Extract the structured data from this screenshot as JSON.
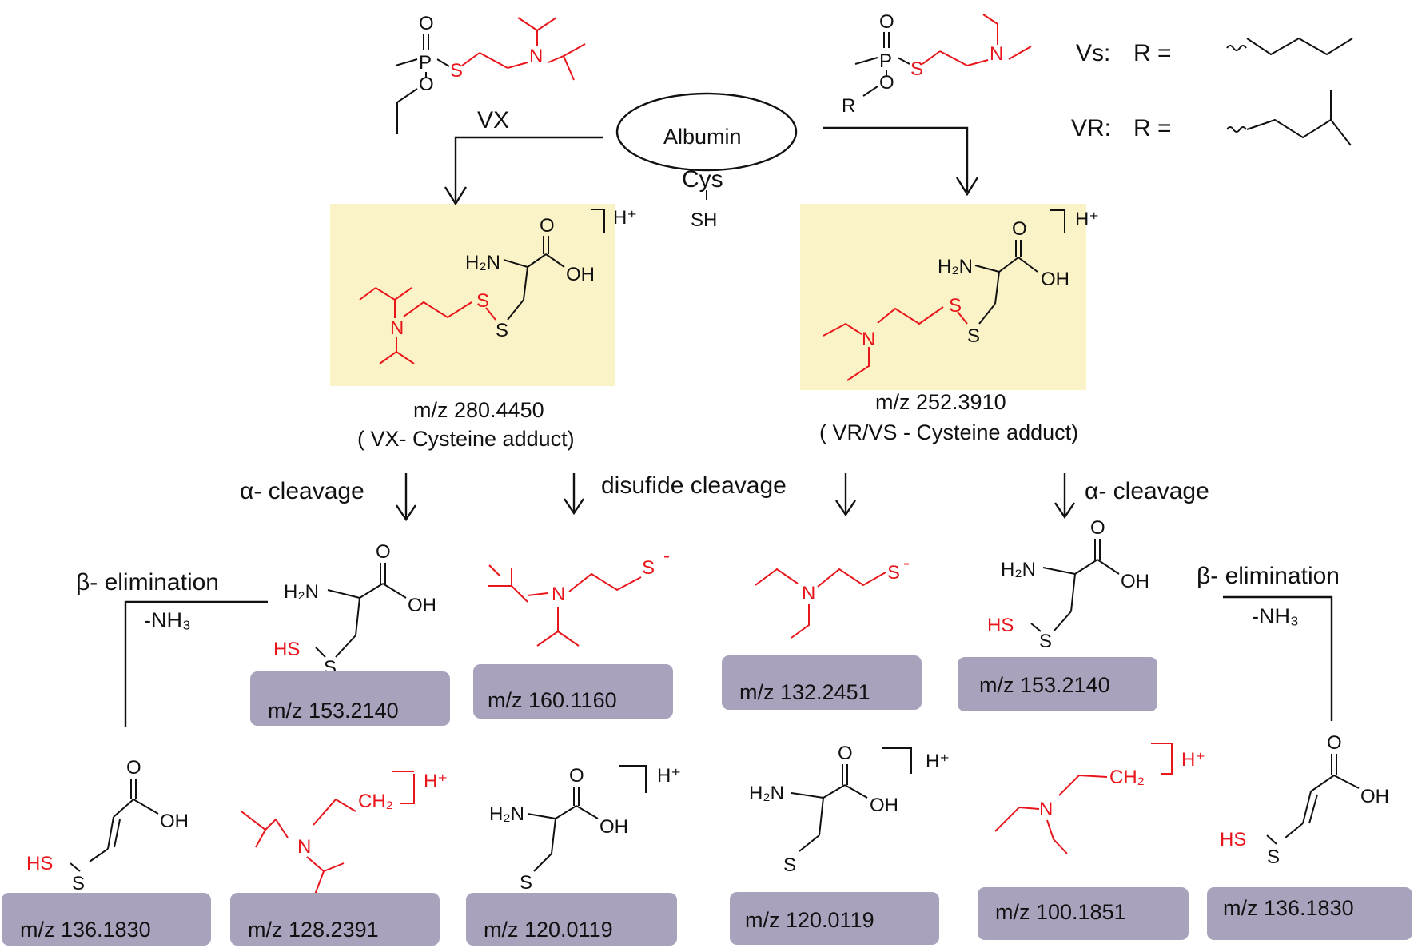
{
  "top": {
    "vx_label": "VX",
    "albumin_label": "Albumin",
    "cys_label": "Cys",
    "sh_label": "SH",
    "vs_label": "Vs:",
    "vr_label": "VR:",
    "r_equals": "R =",
    "r_group_label": "R"
  },
  "adducts": {
    "vx_mz": "m/z  280.4450",
    "vx_desc": "( VX- Cysteine adduct)",
    "vrvs_mz": "m/z  252.3910",
    "vrvs_desc": "( VR/VS - Cysteine adduct)",
    "protonated": "H⁺"
  },
  "cleavage": {
    "alpha_left": "α- cleavage",
    "disulfide": "disufide cleavage",
    "alpha_right": "α- cleavage",
    "beta_left": "β- elimination",
    "beta_right": "β- elimination",
    "minus_nh3": "-NH₃"
  },
  "atoms": {
    "h2n": "H₂N",
    "oh": "OH",
    "o": "O",
    "p": "P",
    "s": "S",
    "n": "N",
    "hs": "HS",
    "ch2": "CH₂",
    "s_minus": "-"
  },
  "fragments_row1": [
    {
      "mz": "m/z  153.2140"
    },
    {
      "mz": "m/z  160.1160"
    },
    {
      "mz": "m/z  132.2451"
    },
    {
      "mz": "m/z  153.2140"
    }
  ],
  "fragments_row2": [
    {
      "mz": "m/z  136.1830"
    },
    {
      "mz": "m/z  128.2391"
    },
    {
      "mz": "m/z  120.0119"
    },
    {
      "mz": "m/z  120.0119"
    },
    {
      "mz": "m/z  100.1851"
    },
    {
      "mz": "m/z  136.1830"
    }
  ],
  "colors": {
    "highlight": "#fbf3c8",
    "mz_box": "#a9a2bd",
    "red_atoms": "#e8151b"
  }
}
